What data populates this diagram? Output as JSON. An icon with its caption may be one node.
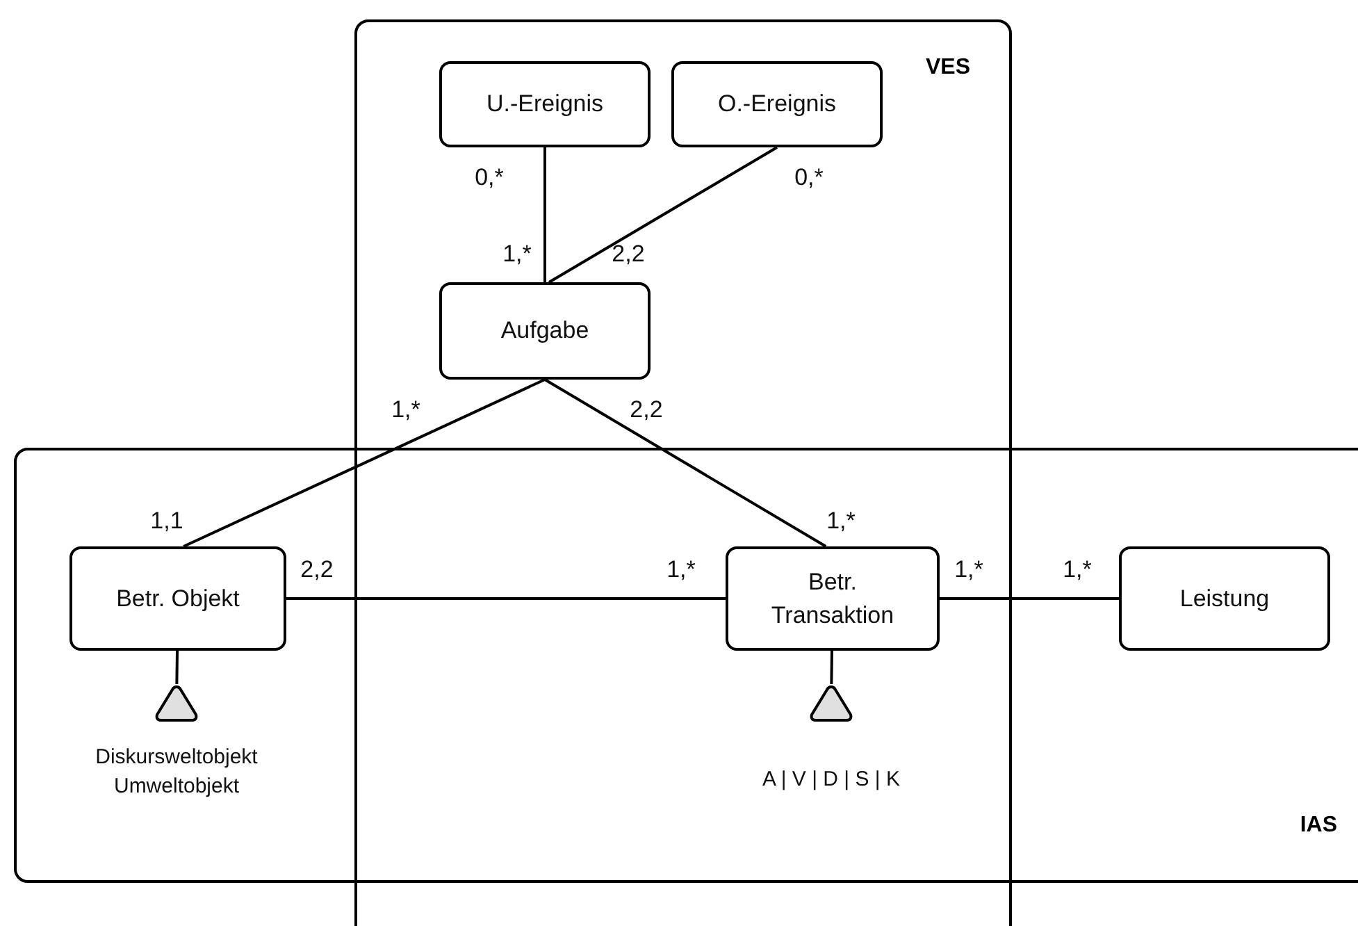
{
  "diagram": {
    "nodes": [
      {
        "text": [
          "VES"
        ]
      },
      {
        "text": [
          "U.-Ereignis"
        ],
        "in": 0
      },
      {
        "text": [
          "O.-Ereignis"
        ],
        "in": 0
      },
      {
        "text": [
          "Aufgabe"
        ],
        "in": 0
      },
      {
        "text": [
          "IAS"
        ]
      },
      {
        "text": [
          "Betr. Objekt"
        ],
        "in": 4
      },
      {
        "text": [
          "Betr. Transaktion"
        ]
      },
      {
        "text": [
          "Leistung"
        ],
        "in": 4
      },
      {
        "text": [],
        "shape": "triangle",
        "beside": [
          "Diskursweltobjekt Umweltobjekt"
        ],
        "in": 4
      },
      {
        "text": [],
        "shape": "triangle",
        "beside": [
          "A | V | D | S | K"
        ]
      }
    ],
    "edges": [
      {
        "from": 1,
        "to": 3,
        "arrow": "none"
      },
      {
        "from": 2,
        "to": 3,
        "arrow": "none"
      },
      {
        "from": 3,
        "to": 5,
        "arrow": "none"
      },
      {
        "from": 3,
        "to": 6,
        "arrow": "none"
      },
      {
        "from": 5,
        "to": 6,
        "arrow": "none"
      },
      {
        "from": 6,
        "to": 7,
        "arrow": "none"
      },
      {
        "from": 5,
        "to": 8,
        "arrow": "none"
      },
      {
        "from": 6,
        "to": 9,
        "arrow": "none"
      }
    ],
    "labels": [
      "0,*",
      "0,*",
      "1,*",
      "2,2",
      "1,*",
      "2,2",
      "1,1",
      "1,*",
      "2,2",
      "1,*",
      "1,*",
      "1,*"
    ]
  }
}
